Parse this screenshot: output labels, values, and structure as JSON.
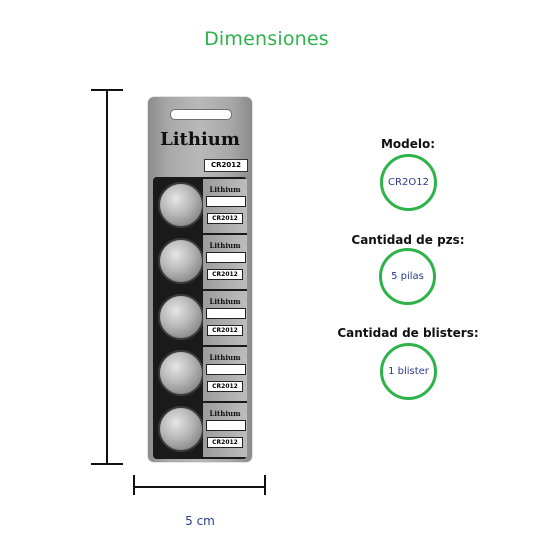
{
  "title": "Dimensiones",
  "dimensions": {
    "width_label": "5 cm"
  },
  "product": {
    "brand": "Lithium",
    "model_tag": "CR2012",
    "cells": [
      {
        "brand": "Lithium",
        "model": "CR2012"
      },
      {
        "brand": "Lithium",
        "model": "CR2012"
      },
      {
        "brand": "Lithium",
        "model": "CR2012"
      },
      {
        "brand": "Lithium",
        "model": "CR2012"
      },
      {
        "brand": "Lithium",
        "model": "CR2012"
      }
    ]
  },
  "info": {
    "model_label": "Modelo:",
    "model_value": "CR2O12",
    "pieces_label": "Cantidad de pzs:",
    "pieces_value": "5 pilas",
    "blisters_label": "Cantidad de blisters:",
    "blisters_value": "1  blister"
  },
  "colors": {
    "accent": "#2db34a",
    "value_text": "#2b3a8e"
  }
}
